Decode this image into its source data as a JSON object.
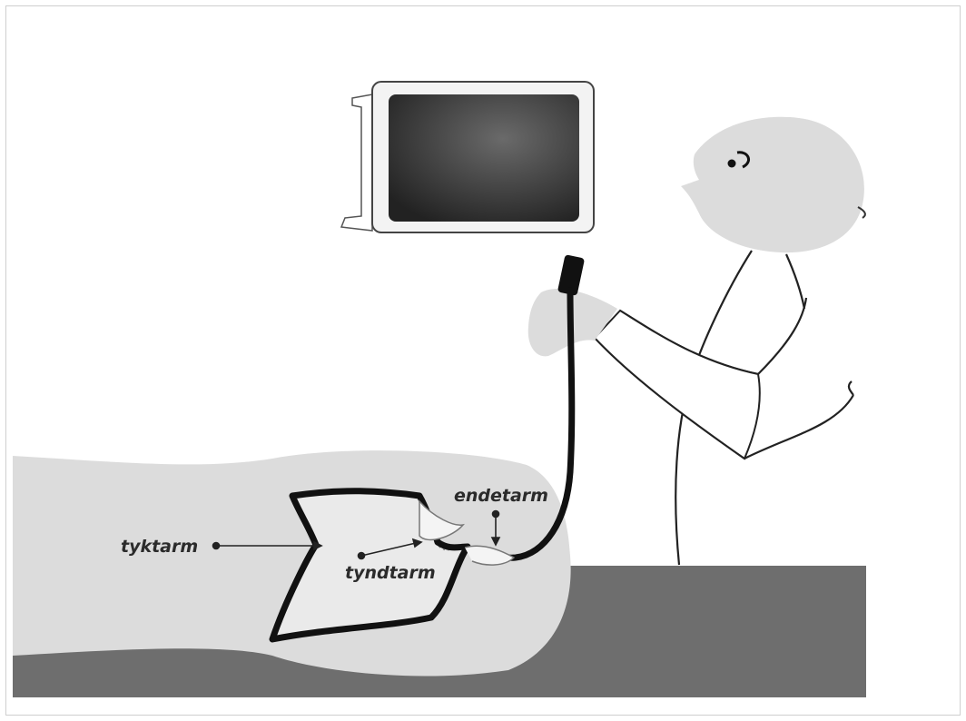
{
  "labels": {
    "colon": "tyktarm",
    "small_intestine": "tyndtarm",
    "rectum": "endetarm"
  },
  "colors": {
    "body": "#dcdcdc",
    "table": "#6e6e6e",
    "outline": "#1a1a1a",
    "screen": "#3a3a3a"
  }
}
